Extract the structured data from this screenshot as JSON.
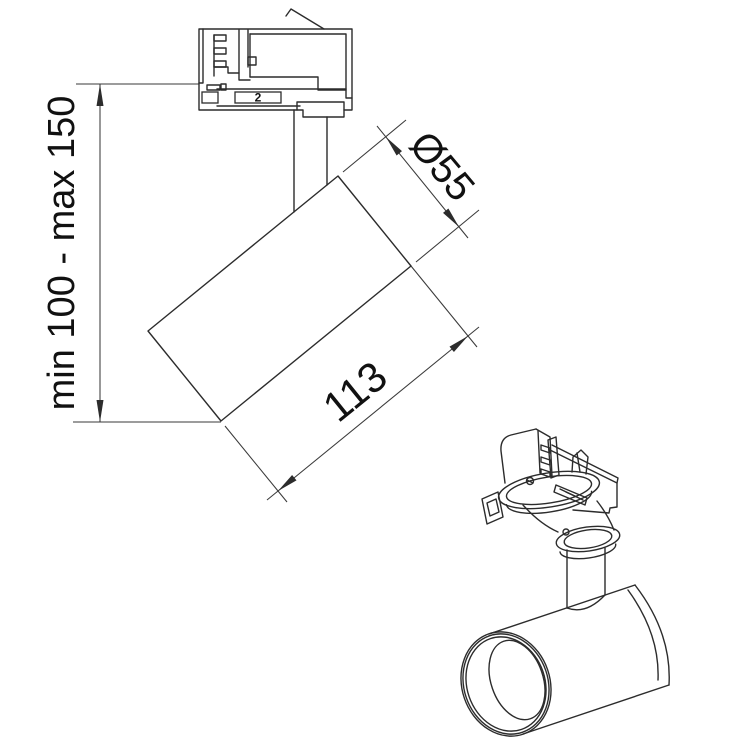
{
  "drawing": {
    "dimensions": {
      "height": {
        "label": "min 100 - max 150",
        "min_mm": 100,
        "max_mm": 150
      },
      "diameter": {
        "label": "Ø55",
        "value_mm": 55
      },
      "length": {
        "label": "113",
        "value_mm": 113
      }
    },
    "adapter_marking": "2",
    "colors": {
      "background": "#ffffff",
      "lines": "#2c2c2c",
      "text": "#111111"
    }
  }
}
